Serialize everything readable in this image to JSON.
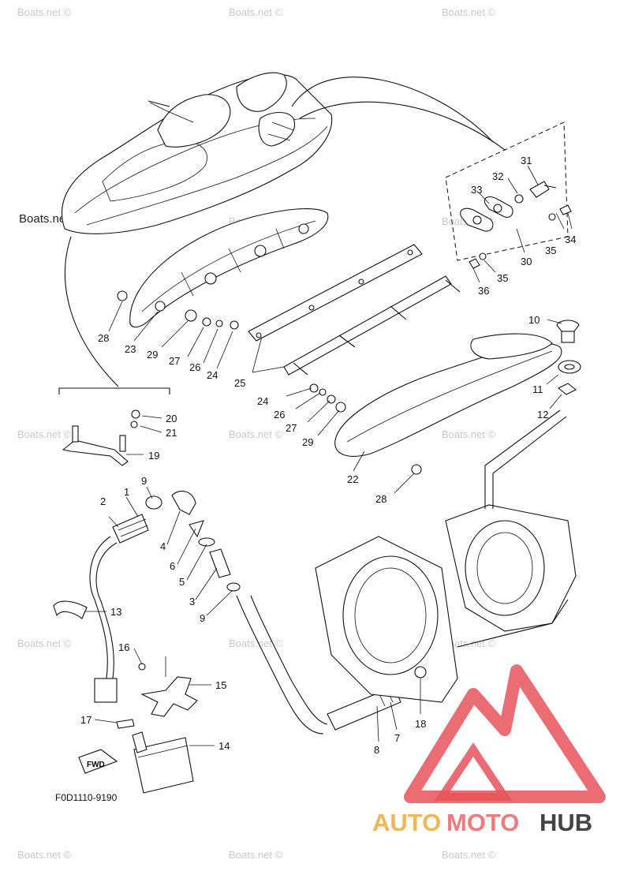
{
  "diagram": {
    "code": "F0D1110-9190",
    "fwd_label": "FWD",
    "watermark_text": "Boats.net ©",
    "corner_watermark": "Boats.net",
    "logo": {
      "auto": "AUTO",
      "moto": "MOTO",
      "hub": "HUB",
      "red": "#e8545a",
      "orange": "#f2b55a",
      "dark": "#444444"
    },
    "callouts": [
      "1",
      "2",
      "3",
      "4",
      "5",
      "6",
      "7",
      "8",
      "9",
      "9",
      "10",
      "11",
      "12",
      "13",
      "14",
      "15",
      "16",
      "17",
      "18",
      "19",
      "20",
      "21",
      "22",
      "23",
      "24",
      "24",
      "25",
      "26",
      "26",
      "27",
      "27",
      "28",
      "28",
      "29",
      "29",
      "30",
      "31",
      "32",
      "33",
      "34",
      "35",
      "35",
      "36"
    ]
  }
}
